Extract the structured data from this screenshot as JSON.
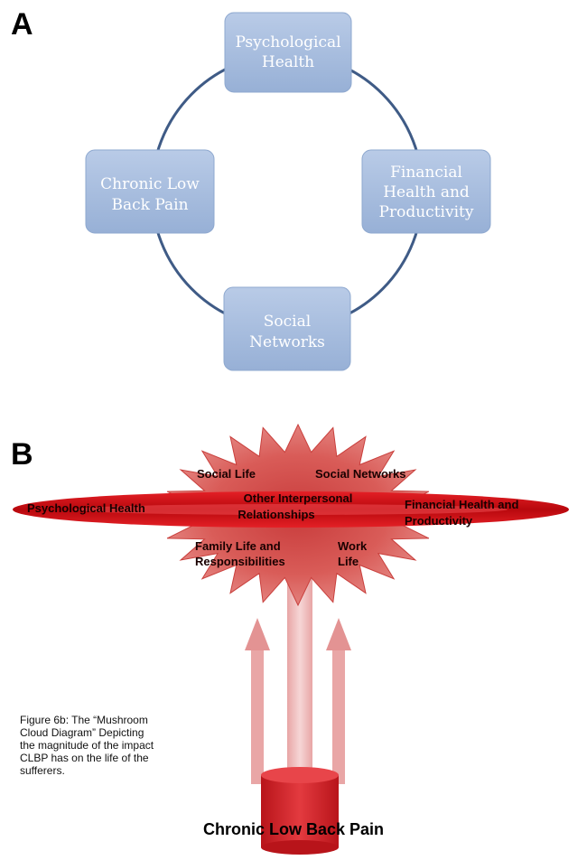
{
  "panel_a": {
    "letter": "A",
    "boxes": [
      {
        "id": "psychological",
        "lines": [
          "Psychological",
          "Health"
        ]
      },
      {
        "id": "financial",
        "lines": [
          "Financial",
          "Health and",
          "Productivity"
        ]
      },
      {
        "id": "social",
        "lines": [
          "Social",
          "Networks"
        ]
      },
      {
        "id": "clbp",
        "lines": [
          "Chronic Low",
          "Back Pain"
        ]
      }
    ],
    "colors": {
      "box": "#a9bfdf",
      "box_edge": "#8ea8cf",
      "ring": "#3f5b86",
      "text": "#ffffff"
    }
  },
  "panel_b": {
    "letter": "B",
    "labels": {
      "social_life": "Social Life",
      "social_networks": "Social Networks",
      "other_1": "Other Interpersonal",
      "other_2": "Relationships",
      "psychological": "Psychological Health",
      "financial_1": "Financial Health and",
      "financial_2": "Productivity",
      "family_1": "Family Life and",
      "family_2": "Responsibilities",
      "work_1": "Work",
      "work_2": "Life"
    },
    "caption": "Figure 6b: The “Mushroom Cloud Diagram” Depicting the magnitude of the impact CLBP has on the life of the sufferers.",
    "base_label": "Chronic Low Back Pain",
    "colors": {
      "burst": "#d9534f",
      "disc": "#d40f14",
      "arrow": "#e8a0a0",
      "cylinder": "#d6262b"
    }
  }
}
